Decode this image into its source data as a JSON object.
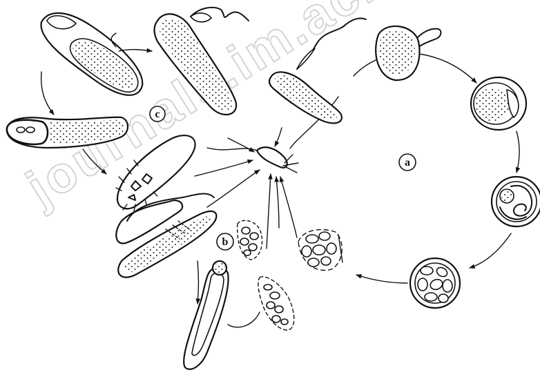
{
  "labels": {
    "a": "a",
    "b": "b",
    "c": "c"
  },
  "watermark": "journals.im.ac.cn",
  "colors": {
    "ink": "#111111",
    "background": "#ffffff",
    "watermark": "#d4d4d4"
  }
}
